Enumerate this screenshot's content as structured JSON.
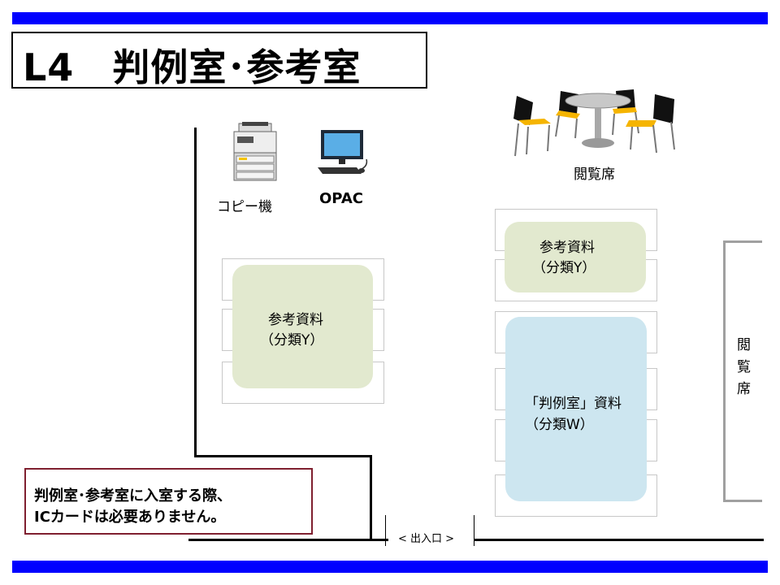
{
  "title": "L4　判例室･参考室",
  "equipment": {
    "copier_label": "コピー機",
    "opac_label": "OPAC",
    "reading_table_label": "閲覧席"
  },
  "zones": {
    "left_reference": {
      "line1": "参考資料",
      "line2": "（分類Y）"
    },
    "right_reference": {
      "line1": "参考資料",
      "line2": "（分類Y）"
    },
    "case_law": {
      "line1": "「判例室」資料",
      "line2": "（分類W）"
    }
  },
  "side_reading": {
    "chars": [
      "閲",
      "覧",
      "席"
    ]
  },
  "entrance_label": "< 出入口 >",
  "notice": {
    "line1": "判例室･参考室に入室する際、",
    "line2": "ICカードは必要ありません。"
  },
  "colors": {
    "header_bar": "#0000ff",
    "reference_zone": "#e2e9cf",
    "case_law_zone": "#cde6f0",
    "notice_border": "#7f1f2f",
    "chair_seat": "#f5b400"
  }
}
